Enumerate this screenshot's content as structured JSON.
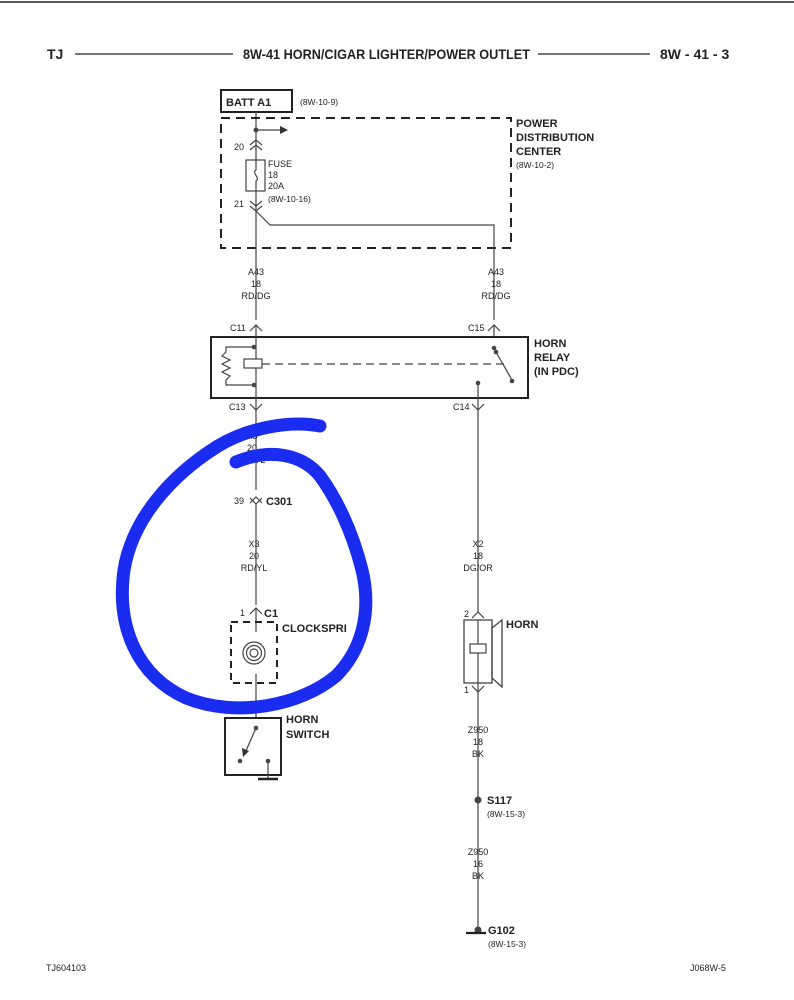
{
  "header": {
    "left": "TJ",
    "center": "8W-41 HORN/CIGAR LIGHTER/POWER OUTLET",
    "right": "8W - 41 - 3"
  },
  "battery": {
    "label": "BATT A1",
    "ref": "(8W-10-9)"
  },
  "pdc": {
    "line1": "POWER",
    "line2": "DISTRIBUTION",
    "line3": "CENTER",
    "ref": "(8W-10-2)"
  },
  "fuse": {
    "pin_top": "20",
    "pin_bottom": "21",
    "label": "FUSE",
    "number": "18",
    "rating": "20A",
    "ref": "(8W-10-16)"
  },
  "wires": {
    "a43_left": {
      "circuit": "A43",
      "gauge": "18",
      "color": "RD/DG"
    },
    "a43_right": {
      "circuit": "A43",
      "gauge": "18",
      "color": "RD/DG"
    },
    "x3_upper": {
      "circuit": "X3",
      "gauge": "20",
      "color": "RD/YL"
    },
    "x3_lower": {
      "circuit": "X3",
      "gauge": "20",
      "color": "RD/YL"
    },
    "x2": {
      "circuit": "X2",
      "gauge": "18",
      "color": "DG/OR"
    },
    "z950_upper": {
      "circuit": "Z950",
      "gauge": "18",
      "color": "BK"
    },
    "z950_lower": {
      "circuit": "Z950",
      "gauge": "16",
      "color": "BK"
    }
  },
  "relay": {
    "line1": "HORN",
    "line2": "RELAY",
    "line3": "(IN PDC)",
    "pin_c11": "C11",
    "pin_c15": "C15",
    "pin_c13": "C13",
    "pin_c14": "C14"
  },
  "c301": {
    "pin": "39",
    "label": "C301"
  },
  "clockspring": {
    "pin": "1",
    "connector": "C1",
    "label": "CLOCKSPRI"
  },
  "horn_switch": {
    "line1": "HORN",
    "line2": "SWITCH"
  },
  "horn": {
    "label": "HORN",
    "pin_top": "2",
    "pin_bottom": "1"
  },
  "splice": {
    "label": "S117",
    "ref": "(8W-15-3)"
  },
  "ground": {
    "label": "G102",
    "ref": "(8W-15-3)"
  },
  "footer": {
    "left": "TJ604103",
    "right": "J068W-5"
  },
  "annotation": {
    "color": "#1a2cf0"
  }
}
